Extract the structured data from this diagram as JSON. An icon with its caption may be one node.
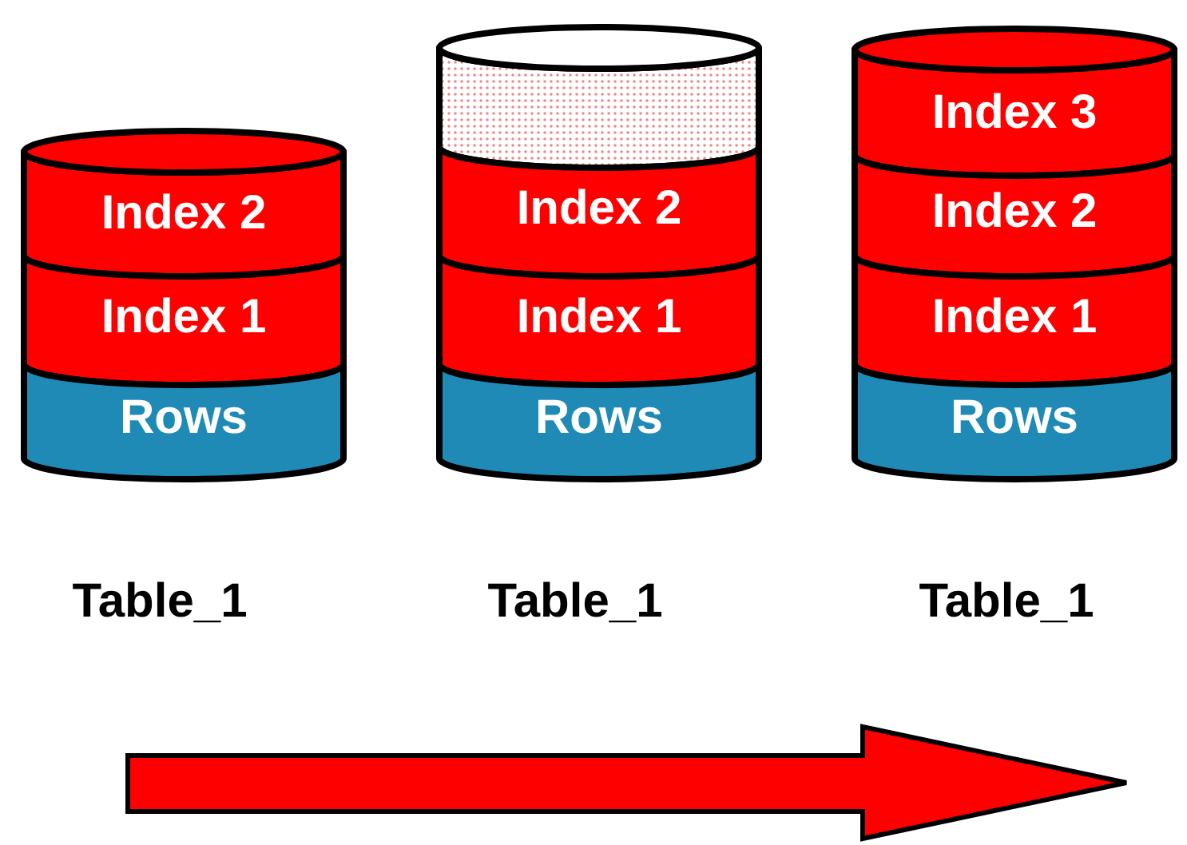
{
  "diagram": {
    "nodes": [
      {
        "text": [
          "Index 2"
        ]
      },
      {
        "text": [
          "Index 1"
        ]
      },
      {
        "text": [
          "Rows"
        ]
      },
      {
        "text": [],
        "shape": "cylinder"
      },
      {
        "text": [
          "Index 2"
        ]
      },
      {
        "text": [
          "Index 1"
        ]
      },
      {
        "text": [
          "Rows"
        ]
      },
      {
        "text": [
          "Index 3"
        ]
      },
      {
        "text": [
          "Index 2"
        ]
      },
      {
        "text": [
          "Index 1"
        ]
      },
      {
        "text": [
          "Rows"
        ]
      }
    ],
    "edges": [],
    "labels": [
      "Table_1",
      "Table_1",
      "Table_1"
    ]
  }
}
